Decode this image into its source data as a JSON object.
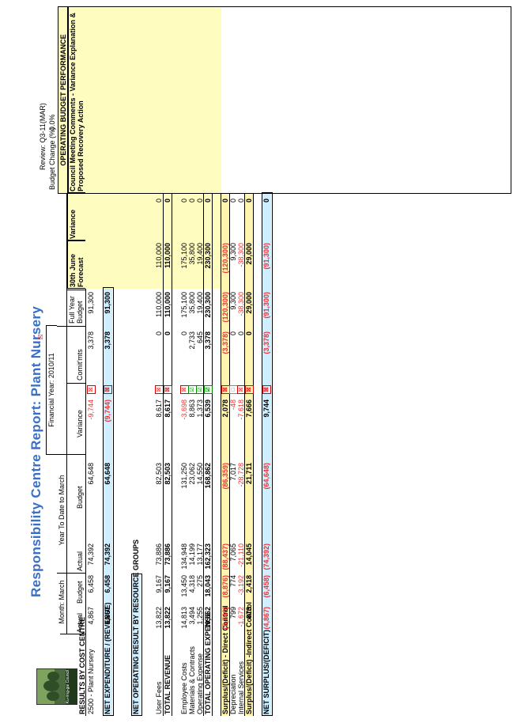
{
  "title": "Responsibility Centre Report: Plant Nursery",
  "logo_text": "Ku-ring-gai Council",
  "review_label": "Review: Q3-11(MAR)",
  "budget_change_label": "Budget Change (%)",
  "budget_change_value": "0.0%",
  "financial_year": "Financial Year: 2010/11",
  "month_label": "Month: March",
  "ytd_label": "Year To Date to March",
  "col_actual": "Actual",
  "col_budget": "Budget",
  "col_variance": "Variance",
  "col_commits": "Comit'mts",
  "col_fy_budget": "Full Year Budget",
  "col_forecast": "30th June Forecast",
  "perf_header": "OPERATING BUDGET PERFORMANCE",
  "perf_variance": "Variance",
  "perf_comments": "Council Meeting Comments - Variance Explanation & Proposed Recovery Action",
  "results_heading": "RESULTS BY COST CENTRE",
  "cost_centre": {
    "label": "2500 - Plant Nursery",
    "m_act": "4,867",
    "m_bud": "6,458",
    "y_act": "74,392",
    "y_bud": "64,648",
    "y_var": "-9,744",
    "mark": "x",
    "commits": "3,378",
    "fy_bud": "91,300"
  },
  "net_exp": {
    "label": "NET EXPENDITURE / (REVENUE)",
    "m_act": "4,867",
    "m_bud": "6,458",
    "y_act": "74,392",
    "y_bud": "64,648",
    "y_var": "(9,744)",
    "mark": "x",
    "commits": "3,378",
    "fy_bud": "91,300"
  },
  "resource_heading": "NET OPERATING RESULT BY RESOURCE GROUPS",
  "rows": [
    {
      "label": "User Fees",
      "m_act": "13,822",
      "m_bud": "9,167",
      "y_act": "73,886",
      "y_bud": "82,503",
      "y_var": "8,617",
      "mark": "x",
      "commits": "0",
      "fy_bud": "110,000",
      "fcst": "110,000",
      "pv": "0"
    },
    {
      "label": "TOTAL REVENUE",
      "m_act": "13,822",
      "m_bud": "9,167",
      "y_act": "73,886",
      "y_bud": "82,503",
      "y_var": "8,617",
      "mark": "x",
      "commits": "0",
      "fy_bud": "110,000",
      "fcst": "110,000",
      "pv": "0"
    },
    {
      "label": "Employee Costs",
      "m_act": "14,813",
      "m_bud": "13,450",
      "y_act": "134,948",
      "y_bud": "131,250",
      "y_var": "-3,698",
      "mark": "x",
      "commits": "0",
      "fy_bud": "175,100",
      "fcst": "175,100",
      "pv": "0"
    },
    {
      "label": "Materials & Contracts",
      "m_act": "3,494",
      "m_bud": "4,318",
      "y_act": "14,199",
      "y_bud": "23,062",
      "y_var": "8,863",
      "mark": "c",
      "commits": "2,733",
      "fy_bud": "35,800",
      "fcst": "35,800",
      "pv": "0"
    },
    {
      "label": "Operating Expense",
      "m_act": "1,255",
      "m_bud": "275",
      "y_act": "13,177",
      "y_bud": "14,550",
      "y_var": "1,373",
      "mark": "c",
      "commits": "645",
      "fy_bud": "19,400",
      "fcst": "19,400",
      "pv": "0"
    },
    {
      "label": "TOTAL OPERATING EXPENSE",
      "m_act": "19,562",
      "m_bud": "18,043",
      "y_act": "162,323",
      "y_bud": "168,862",
      "y_var": "6,539",
      "mark": "c",
      "commits": "3,378",
      "fy_bud": "230,300",
      "fcst": "230,300",
      "pv": "0"
    },
    {
      "label": "Surplus/(Deficit) - Direct Control",
      "m_act": "(5,740)",
      "m_bud": "(8,876)",
      "y_act": "(88,437)",
      "y_bud": "(86,359)",
      "y_var": "2,078",
      "mark": "x",
      "commits": "(3,378)",
      "fy_bud": "(120,300)",
      "fcst": "(120,300)",
      "pv": "0"
    },
    {
      "label": "Depreciation",
      "m_act": "799",
      "m_bud": "774",
      "y_act": "7,065",
      "y_bud": "7,017",
      "y_var": "-48",
      "mark": "e",
      "commits": "0",
      "fy_bud": "9,300",
      "fcst": "9,300",
      "pv": "0"
    },
    {
      "label": "Internal Services",
      "m_act": "-1,672",
      "m_bud": "-3,192",
      "y_act": "-21,110",
      "y_bud": "-28,728",
      "y_var": "-7,618",
      "mark": "x",
      "commits": "0",
      "fy_bud": "-38,300",
      "fcst": "-38,300",
      "pv": "0"
    },
    {
      "label": "Surplus/(Deficit) -Indirect Control",
      "m_act": "873",
      "m_bud": "2,418",
      "y_act": "14,045",
      "y_bud": "21,711",
      "y_var": "7,666",
      "mark": "x",
      "commits": "0",
      "fy_bud": "29,000",
      "fcst": "29,000",
      "pv": "0"
    },
    {
      "label": "NET SURPLUS/(DEFICIT)",
      "m_act": "(4,867)",
      "m_bud": "(6,458)",
      "y_act": "(74,392)",
      "y_bud": "(64,648)",
      "y_var": "9,744",
      "mark": "x",
      "commits": "(3,378)",
      "fy_bud": "(91,300)",
      "fcst": "(91,300)",
      "pv": "0"
    }
  ]
}
